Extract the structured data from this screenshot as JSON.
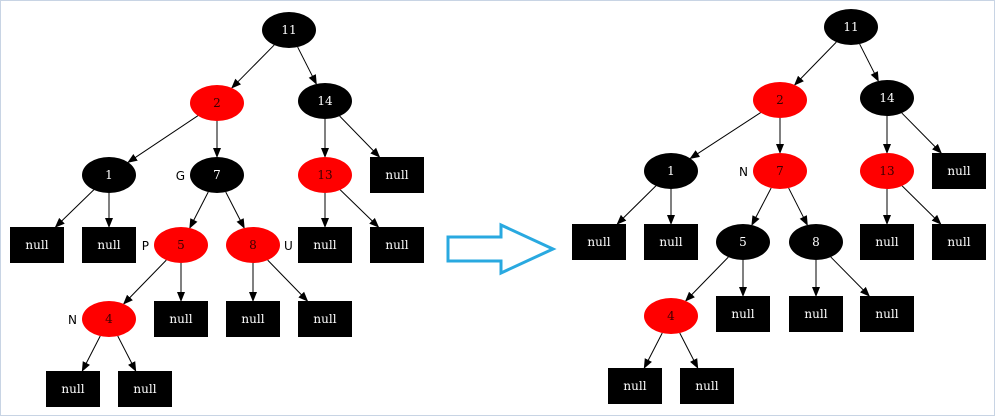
{
  "colors": {
    "black_node": "#000000",
    "red_node": "#ff0000",
    "node_text": "#ffffff",
    "red_node_text": "#3a0000",
    "edge": "#000000",
    "arrow_stroke": "#29a9e0",
    "arrow_fill": "#ffffff"
  },
  "trees": [
    {
      "name": "before",
      "nodes": [
        {
          "id": "a11",
          "label": "11",
          "color": "black"
        },
        {
          "id": "a2",
          "label": "2",
          "color": "red"
        },
        {
          "id": "a14",
          "label": "14",
          "color": "black"
        },
        {
          "id": "a1",
          "label": "1",
          "color": "black"
        },
        {
          "id": "a7",
          "label": "7",
          "color": "black",
          "tag": "G"
        },
        {
          "id": "a13",
          "label": "13",
          "color": "red"
        },
        {
          "id": "a5",
          "label": "5",
          "color": "red",
          "tag": "P"
        },
        {
          "id": "a8",
          "label": "8",
          "color": "red",
          "tag": "U"
        },
        {
          "id": "a4",
          "label": "4",
          "color": "red",
          "tag": "N"
        }
      ],
      "nils": [
        {
          "id": "an1",
          "label": "null"
        },
        {
          "id": "an2",
          "label": "null"
        },
        {
          "id": "an3",
          "label": "null"
        },
        {
          "id": "an4",
          "label": "null"
        },
        {
          "id": "an5",
          "label": "null"
        },
        {
          "id": "an6",
          "label": "null"
        },
        {
          "id": "an7",
          "label": "null"
        },
        {
          "id": "an8",
          "label": "null"
        },
        {
          "id": "an9",
          "label": "null"
        },
        {
          "id": "an10",
          "label": "null"
        }
      ],
      "edges": [
        [
          "a11",
          "a2"
        ],
        [
          "a11",
          "a14"
        ],
        [
          "a2",
          "a1"
        ],
        [
          "a2",
          "a7"
        ],
        [
          "a14",
          "a13"
        ],
        [
          "a14",
          "an1"
        ],
        [
          "a1",
          "an2"
        ],
        [
          "a1",
          "an3"
        ],
        [
          "a7",
          "a5"
        ],
        [
          "a7",
          "a8"
        ],
        [
          "a13",
          "an4"
        ],
        [
          "a13",
          "an5"
        ],
        [
          "a5",
          "a4"
        ],
        [
          "a5",
          "an6"
        ],
        [
          "a8",
          "an7"
        ],
        [
          "a8",
          "an8"
        ],
        [
          "a4",
          "an9"
        ],
        [
          "a4",
          "an10"
        ]
      ]
    },
    {
      "name": "after",
      "nodes": [
        {
          "id": "b11",
          "label": "11",
          "color": "black"
        },
        {
          "id": "b2",
          "label": "2",
          "color": "red"
        },
        {
          "id": "b14",
          "label": "14",
          "color": "black"
        },
        {
          "id": "b1",
          "label": "1",
          "color": "black"
        },
        {
          "id": "b7",
          "label": "7",
          "color": "red",
          "tag": "N"
        },
        {
          "id": "b13",
          "label": "13",
          "color": "red"
        },
        {
          "id": "b5",
          "label": "5",
          "color": "black"
        },
        {
          "id": "b8",
          "label": "8",
          "color": "black"
        },
        {
          "id": "b4",
          "label": "4",
          "color": "red"
        }
      ],
      "nils": [
        {
          "id": "bn1",
          "label": "null"
        },
        {
          "id": "bn2",
          "label": "null"
        },
        {
          "id": "bn3",
          "label": "null"
        },
        {
          "id": "bn4",
          "label": "null"
        },
        {
          "id": "bn5",
          "label": "null"
        },
        {
          "id": "bn6",
          "label": "null"
        },
        {
          "id": "bn7",
          "label": "null"
        },
        {
          "id": "bn8",
          "label": "null"
        },
        {
          "id": "bn9",
          "label": "null"
        },
        {
          "id": "bn10",
          "label": "null"
        }
      ],
      "edges": [
        [
          "b11",
          "b2"
        ],
        [
          "b11",
          "b14"
        ],
        [
          "b2",
          "b1"
        ],
        [
          "b2",
          "b7"
        ],
        [
          "b14",
          "b13"
        ],
        [
          "b14",
          "bn1"
        ],
        [
          "b1",
          "bn2"
        ],
        [
          "b1",
          "bn3"
        ],
        [
          "b7",
          "b5"
        ],
        [
          "b7",
          "b8"
        ],
        [
          "b13",
          "bn4"
        ],
        [
          "b13",
          "bn5"
        ],
        [
          "b5",
          "b4"
        ],
        [
          "b5",
          "bn6"
        ],
        [
          "b8",
          "bn7"
        ],
        [
          "b8",
          "bn8"
        ],
        [
          "b4",
          "bn9"
        ],
        [
          "b4",
          "bn10"
        ]
      ]
    }
  ]
}
